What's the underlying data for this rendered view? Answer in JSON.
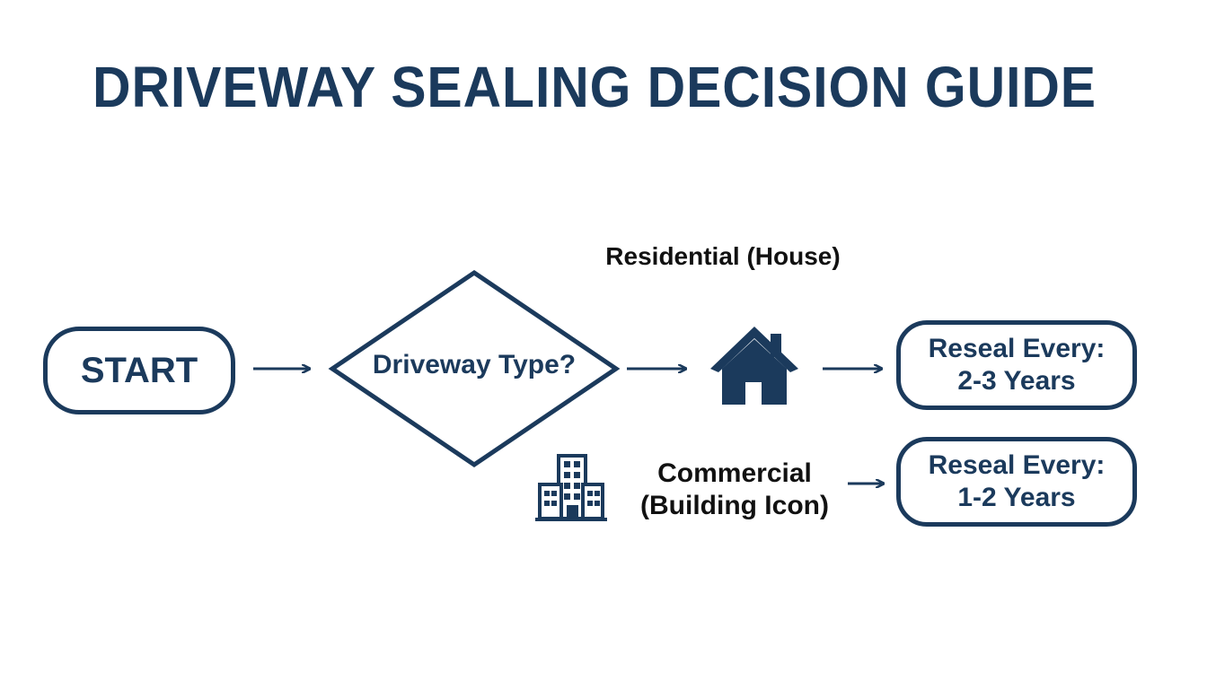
{
  "title": "DRIVEWAY SEALING DECISION GUIDE",
  "nodes": {
    "start": "START",
    "decision": "Driveway Type?",
    "residential_result_line1": "Reseal Every:",
    "residential_result_line2": "2-3 Years",
    "commercial_result_line1": "Reseal Every:",
    "commercial_result_line2": "1-2 Years"
  },
  "labels": {
    "residential": "Residential (House)",
    "commercial_line1": "Commercial",
    "commercial_line2": "(Building Icon)"
  },
  "icons": {
    "residential": "house-icon",
    "commercial": "building-icon"
  },
  "colors": {
    "primary": "#1b3a5c",
    "label_text": "#111111",
    "background": "#ffffff"
  }
}
